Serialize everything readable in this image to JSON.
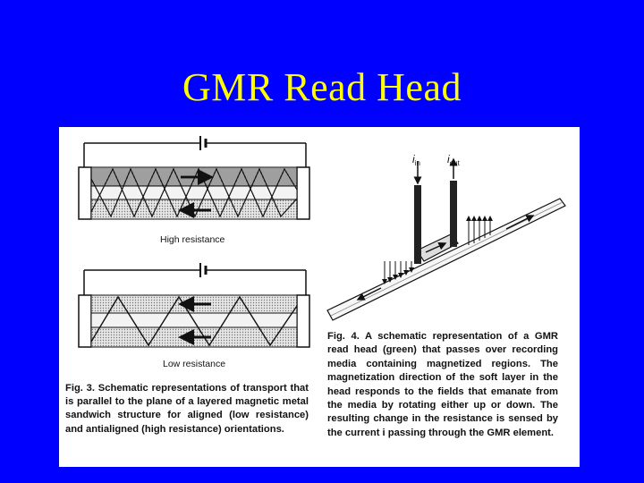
{
  "slide": {
    "title": "GMR Read Head",
    "background_color": "#0000ff",
    "title_color": "#ffff00"
  },
  "figure3": {
    "high_label": "High resistance",
    "low_label": "Low resistance",
    "caption_label": "Fig. 3.",
    "caption_text": "Schematic representations of transport that is parallel to the plane of a layered magnetic metal sandwich structure for aligned (low resistance) and antialigned (high resistance) orientations."
  },
  "figure4": {
    "i_in": "i",
    "i_in_sub": "in",
    "i_out": "i",
    "i_out_sub": "out",
    "caption_label": "Fig. 4.",
    "caption_text": "A schematic representation of a GMR read head (green) that passes over recording media containing magnetized regions. The magnetization direction of the soft layer in the head responds to the fields that emanate from the media by rotating either up or down. The resulting change in the resistance is sensed by the current i passing through the GMR element."
  }
}
